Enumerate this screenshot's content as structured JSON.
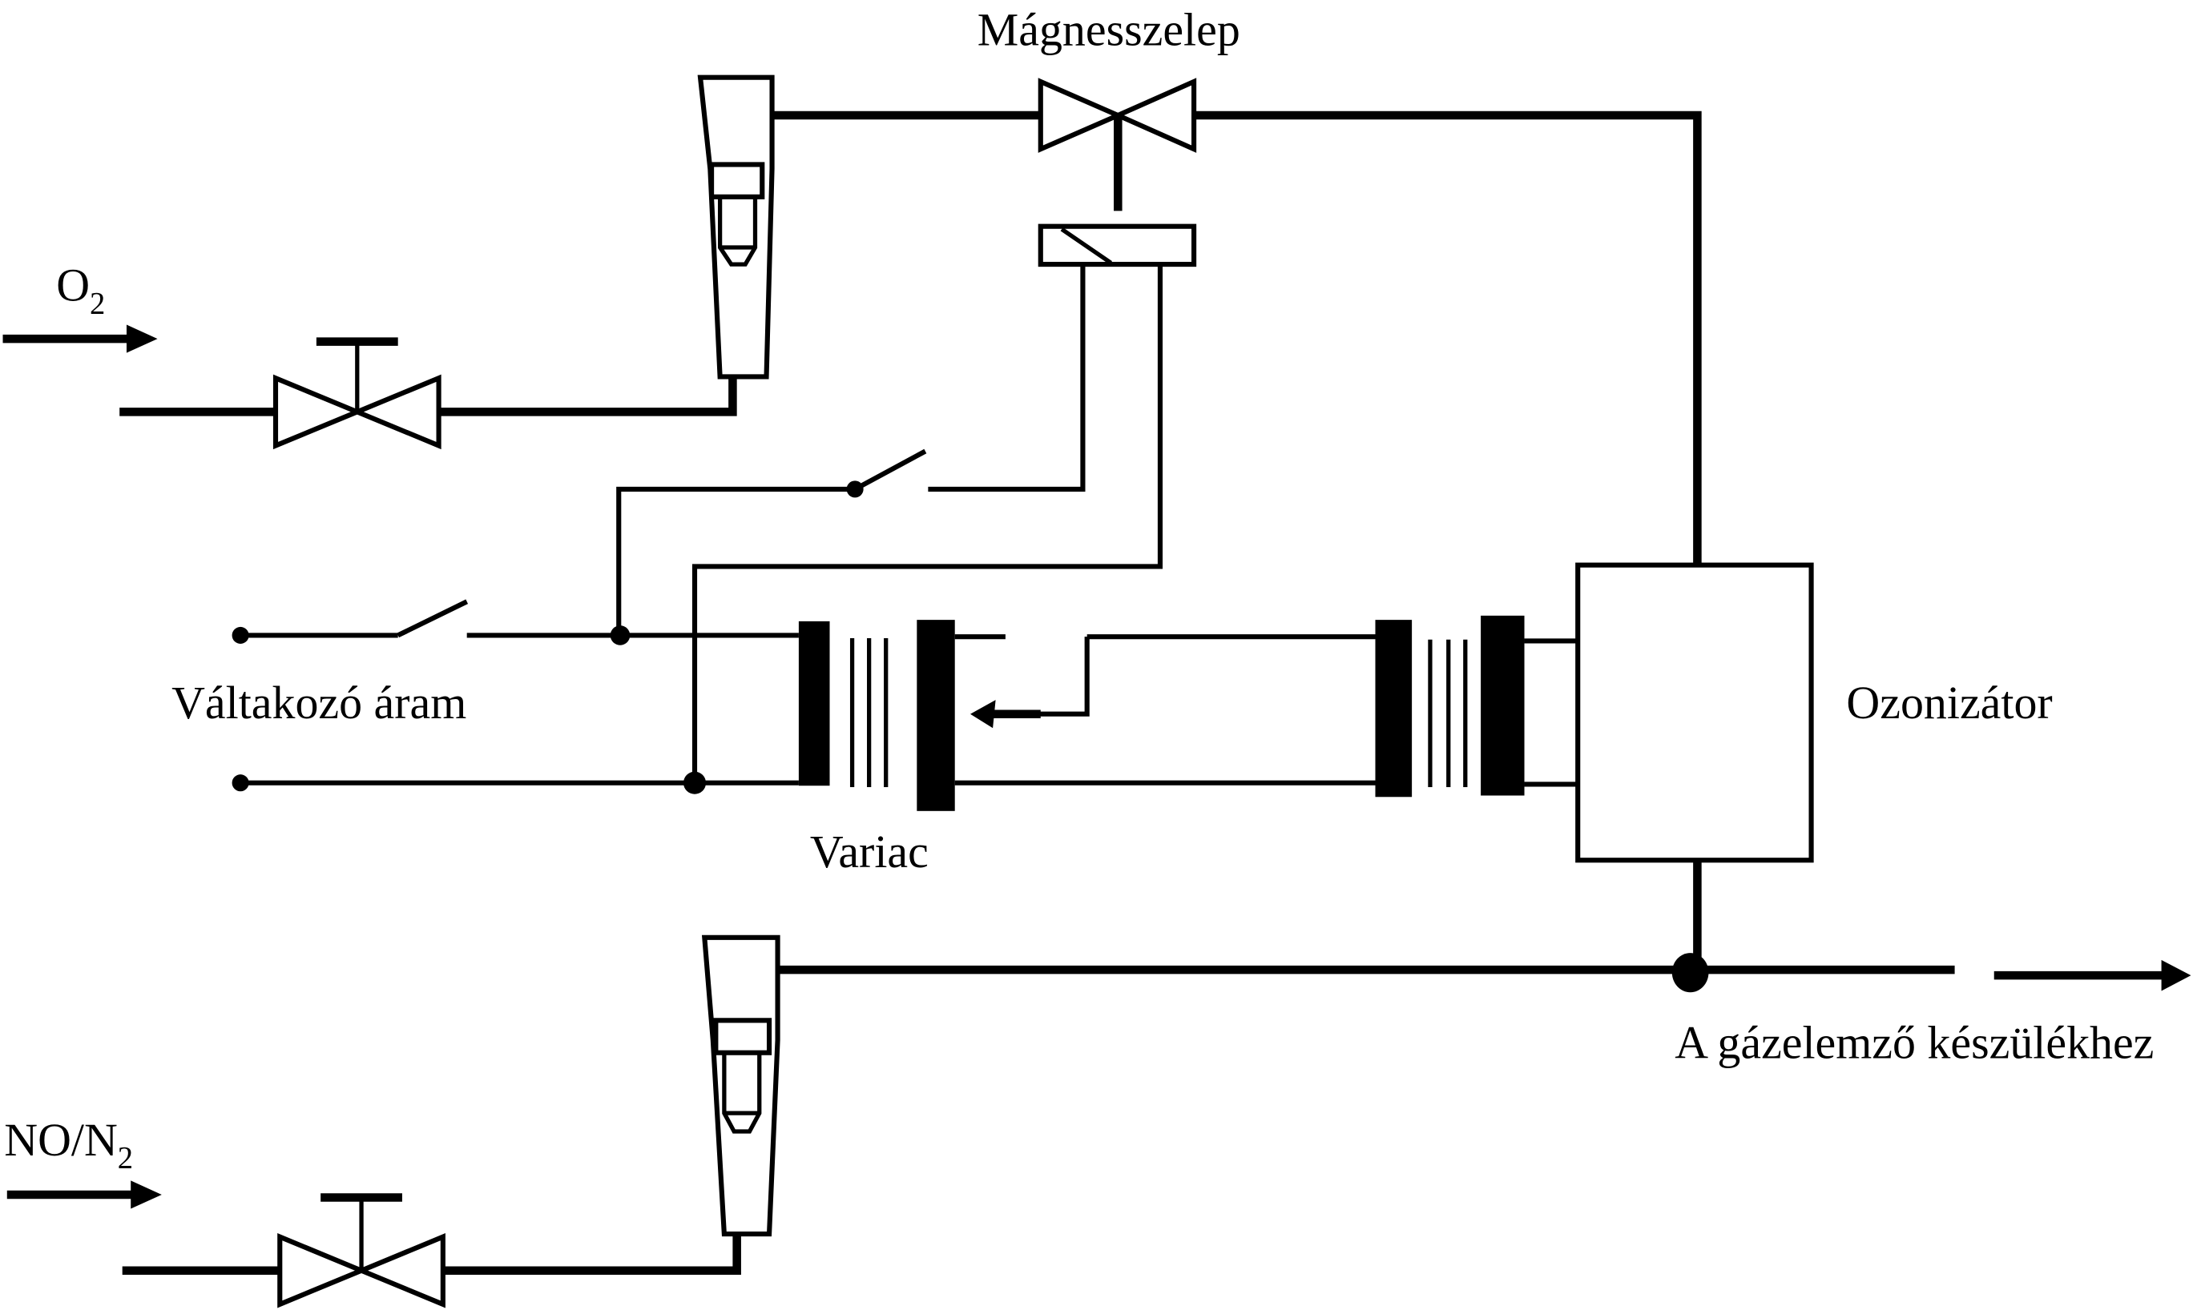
{
  "diagram": {
    "type": "process flow / circuit schematic",
    "language": "Hungarian",
    "labels": {
      "solenoid_valve": "Mágnesszelep",
      "o2_inlet_main": "O",
      "o2_inlet_sub": "2",
      "no_n2_inlet_main": "NO/N",
      "no_n2_inlet_sub": "2",
      "ac_power": "Váltakozó áram",
      "variac": "Variac",
      "ozonizer": "Ozonizátor",
      "to_gas_analyzer": "A gázelemző készülékhez"
    },
    "components": [
      {
        "id": "o2-needle-valve",
        "kind": "manual valve",
        "line": "O2"
      },
      {
        "id": "o2-flowmeter",
        "kind": "rotameter",
        "line": "O2"
      },
      {
        "id": "solenoid-valve",
        "kind": "solenoid valve",
        "line": "O2"
      },
      {
        "id": "solenoid-coil",
        "kind": "coil actuator"
      },
      {
        "id": "solenoid-switch",
        "kind": "switch"
      },
      {
        "id": "main-switch",
        "kind": "switch",
        "line": "AC"
      },
      {
        "id": "variac",
        "kind": "variable autotransformer"
      },
      {
        "id": "hv-transformer",
        "kind": "transformer"
      },
      {
        "id": "ozonizer",
        "kind": "ozone generator"
      },
      {
        "id": "no-needle-valve",
        "kind": "manual valve",
        "line": "NO/N2"
      },
      {
        "id": "no-flowmeter",
        "kind": "rotameter",
        "line": "NO/N2"
      },
      {
        "id": "mixing-junction",
        "kind": "junction"
      }
    ],
    "connections": [
      [
        "O2 inlet",
        "o2-needle-valve"
      ],
      [
        "o2-needle-valve",
        "o2-flowmeter"
      ],
      [
        "o2-flowmeter",
        "solenoid-valve"
      ],
      [
        "solenoid-valve",
        "ozonizer"
      ],
      [
        "ozonizer",
        "mixing-junction"
      ],
      [
        "NO/N2 inlet",
        "no-needle-valve"
      ],
      [
        "no-needle-valve",
        "no-flowmeter"
      ],
      [
        "no-flowmeter",
        "mixing-junction"
      ],
      [
        "mixing-junction",
        "gas analyzer"
      ],
      [
        "AC power",
        "main-switch"
      ],
      [
        "main-switch",
        "variac"
      ],
      [
        "variac",
        "hv-transformer"
      ],
      [
        "hv-transformer",
        "ozonizer"
      ],
      [
        "AC power",
        "solenoid-switch"
      ],
      [
        "solenoid-switch",
        "solenoid-coil"
      ]
    ]
  }
}
